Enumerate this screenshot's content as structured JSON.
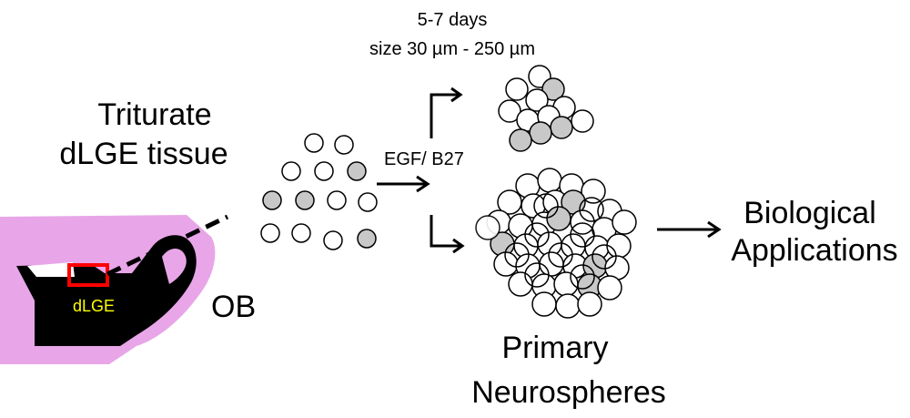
{
  "labels": {
    "triturate_line1": "Triturate",
    "triturate_line2": "dLGE tissue",
    "dlge_region": "dLGE",
    "ob": "OB",
    "time_line1": "5-7 days",
    "time_line2": "size 30 µm - 250 µm",
    "factors": "EGF/ B27",
    "primary_line1": "Primary",
    "primary_line2": "Neurospheres",
    "bio_line1": "Biological",
    "bio_line2": "Applications"
  },
  "colors": {
    "tissue_pink": "#e8a6e8",
    "tissue_black": "#000000",
    "highlight_red": "#ff0000",
    "dlge_text": "#ffff00",
    "cell_grey": "#c8c8c8",
    "cell_white": "#ffffff"
  }
}
